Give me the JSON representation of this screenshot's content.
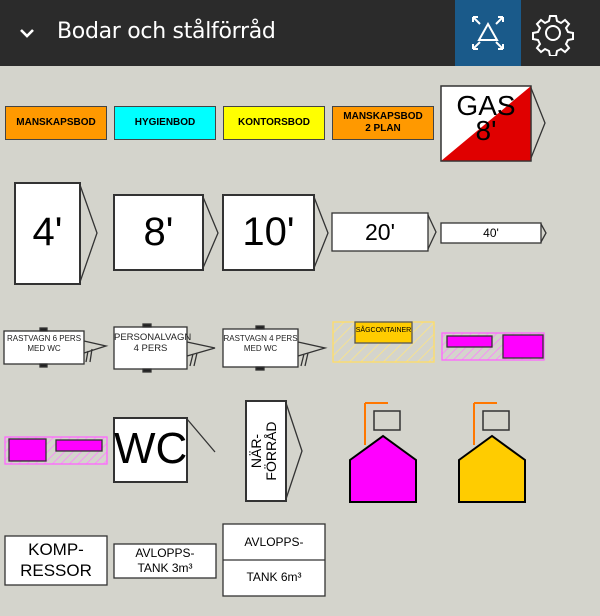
{
  "header": {
    "title": "Bodar och stålförråd",
    "collapse_icon": "chevron-down-icon",
    "fit_icon": "fit-view-icon",
    "settings_icon": "gear-icon",
    "active_color": "#1a5a8a"
  },
  "items": {
    "manskapsbod": "MANSKAPSBOD",
    "hygienbod": "HYGIENBOD",
    "kontorsbod": "KONTORSBOD",
    "manskapsbod2_l1": "MANSKAPSBOD",
    "manskapsbod2_l2": "2 PLAN",
    "gas_l1": "GAS",
    "gas_l2": "8'",
    "c4": "4'",
    "c8": "8'",
    "c10": "10'",
    "c20": "20'",
    "c40": "40'",
    "rast6_l1": "RASTVAGN 6 PERS",
    "rast6_l2": "MED WC",
    "pers_l1": "PERSONALVAGN",
    "pers_l2": "4 PERS",
    "rast4_l1": "RASTVAGN 4 PERS",
    "rast4_l2": "MED WC",
    "sag": "SÅGCONTAINER",
    "wc": "WC",
    "nar": "NÄR-\nFÖRRÅD",
    "komp_l1": "KOMP-",
    "komp_l2": "RESSOR",
    "avl3_l1": "AVLOPPS-",
    "avl3_l2": "TANK 3m³",
    "avl6_l1": "AVLOPPS-",
    "avl6_l2": "TANK 6m³"
  },
  "colors": {
    "orange": "#ff9900",
    "cyan": "#00ffff",
    "yellow": "#ffff00",
    "red": "#e00000",
    "magenta": "#ff00ff",
    "gold": "#ffcc00"
  }
}
